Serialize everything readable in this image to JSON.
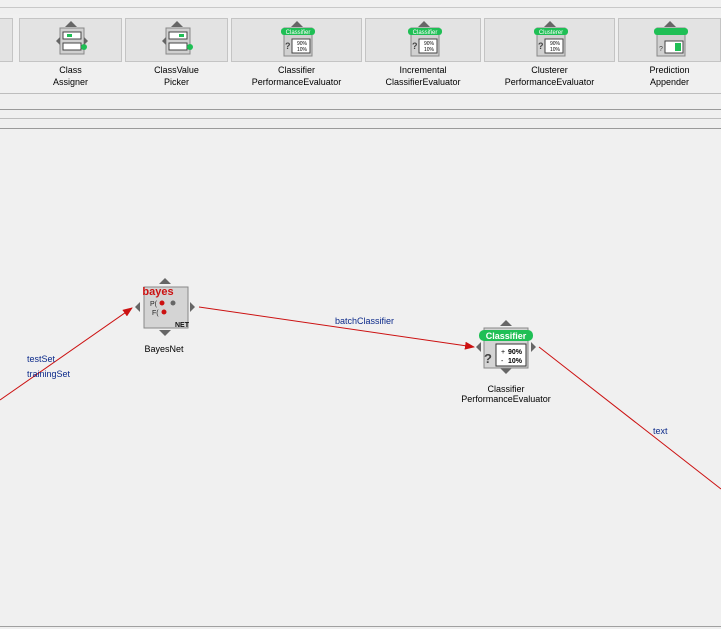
{
  "palette": {
    "items": [
      {
        "label": "Class\nAssigner",
        "icon": "class-assigner-icon"
      },
      {
        "label": "ClassValue\nPicker",
        "icon": "class-value-picker-icon"
      },
      {
        "label": "Classifier\nPerformanceEvaluator",
        "icon": "classifier-performance-evaluator-icon"
      },
      {
        "label": "Incremental\nClassifierEvaluator",
        "icon": "incremental-classifier-evaluator-icon"
      },
      {
        "label": "Clusterer\nPerformanceEvaluator",
        "icon": "clusterer-performance-evaluator-icon"
      },
      {
        "label": "Prediction\nAppender",
        "icon": "prediction-appender-icon"
      }
    ],
    "icon_texts": {
      "classifier": "Classifier",
      "clusterer": "Clusterer",
      "pct90": "90%",
      "pct10": "10%"
    }
  },
  "canvas": {
    "nodes": {
      "bayesnet": {
        "label": "BayesNet",
        "badge": "bayes",
        "sub": "NET",
        "line1": "P(",
        "line2": "F("
      },
      "evaluator": {
        "label": "Classifier\nPerformanceEvaluator",
        "badge": "Classifier",
        "pct90": "90%",
        "pct10": "10%"
      }
    },
    "connections": {
      "test_set": "testSet",
      "training_set": "trainingSet",
      "batch_classifier": "batchClassifier",
      "text": "text"
    }
  },
  "colors": {
    "connection": "#cc1111",
    "label": "#0c2a8a",
    "accent": "#1fbf55"
  }
}
